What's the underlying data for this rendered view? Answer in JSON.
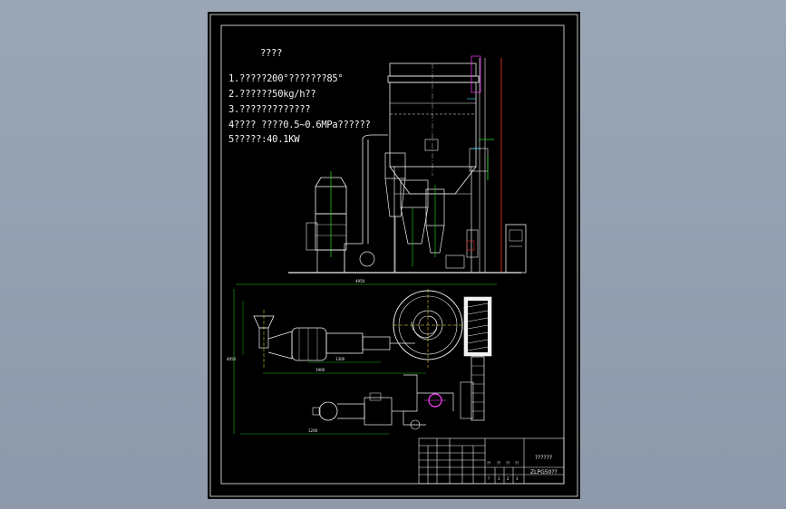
{
  "drawing": {
    "heading": "????",
    "notes": [
      "1.?????200°???????85°",
      "2.??????50kg/h??",
      "3.?????????????",
      "4???? ????0.5~0.6MPa??????",
      "5?????:40.1KW"
    ],
    "title_block": {
      "drawing_title": "??????",
      "drawing_number": "ZLPG50??",
      "scale_cells": [
        "?",
        "1",
        "2",
        "3"
      ],
      "small_cells": [
        "??",
        "??",
        "??",
        "??"
      ]
    },
    "dimensions": {
      "top_overall": "4950",
      "left_height": "4050",
      "inner_a": "1900",
      "inner_b": "1300",
      "inner_c": "1200"
    }
  },
  "colors": {
    "background": "#000000",
    "line_white": "#f2f2f2",
    "line_green": "#22dd22",
    "line_cyan": "#40e0ff",
    "line_magenta": "#ff40ff",
    "line_yellow": "#ffee33",
    "line_red": "#ff3030"
  }
}
